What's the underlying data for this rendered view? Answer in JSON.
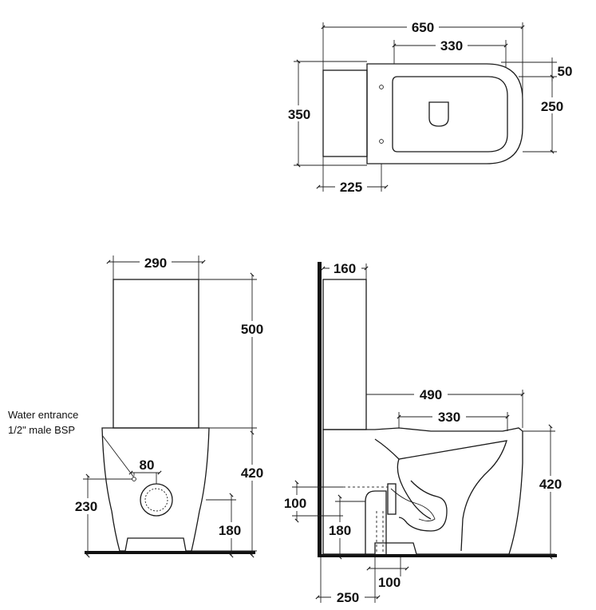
{
  "dimensions": {
    "top_length": "650",
    "top_bowl": "330",
    "top_rim": "50",
    "top_width": "350",
    "top_seat_width": "250",
    "top_tank_depth": "225",
    "front_tank_width": "290",
    "front_tank_height": "500",
    "front_base_height": "420",
    "front_inlet_offset": "80",
    "front_inlet_height": "230",
    "front_outlet_height": "180",
    "side_tank_depth": "160",
    "side_projection": "490",
    "side_bowl_opening": "330",
    "side_height": "420",
    "side_upper_pipe": "100",
    "side_lower_pipe": "180",
    "side_floor_outlet": "100",
    "side_wall_offset": "250"
  },
  "notes": {
    "water_entrance_line1": "Water entrance",
    "water_entrance_line2": "1/2\" male BSP"
  }
}
